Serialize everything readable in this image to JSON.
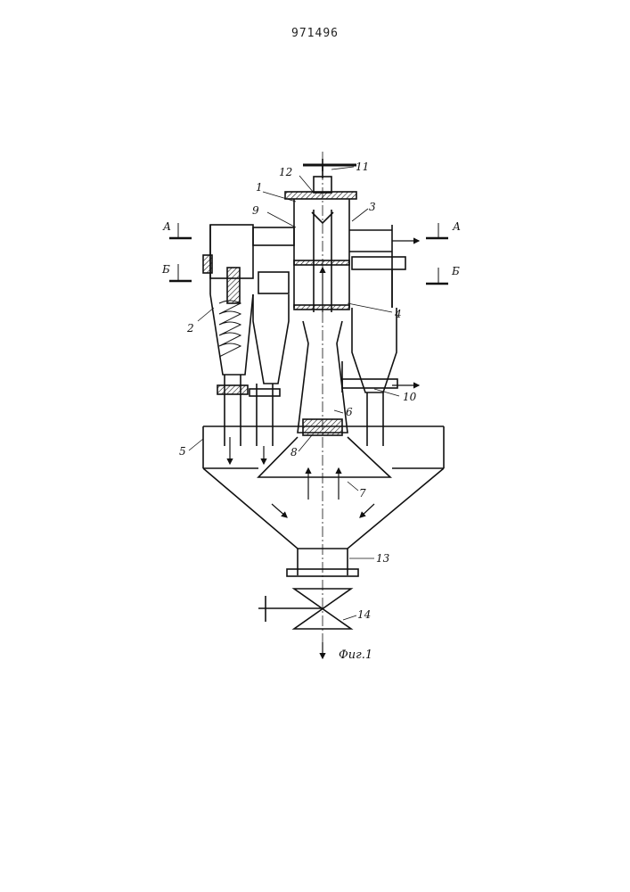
{
  "document": {
    "number": "971496"
  },
  "figure": {
    "caption": "Фиг.1"
  },
  "section_marks": [
    "А",
    "А",
    "Б",
    "Б"
  ],
  "labels": [
    "1",
    "2",
    "3",
    "4",
    "5",
    "6",
    "7",
    "8",
    "9",
    "10",
    "11",
    "12",
    "13",
    "14"
  ],
  "colors": {
    "ink": "#111111",
    "paper": "#ffffff"
  }
}
